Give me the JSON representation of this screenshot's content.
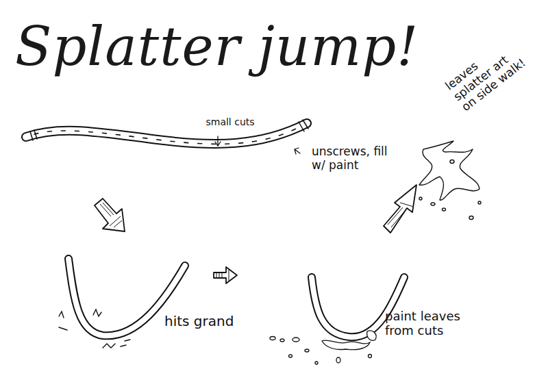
{
  "diagram": {
    "title": "Splatter jump!",
    "labels": [
      "small cuts",
      "unscrews, fill w/ paint",
      "hits grand",
      "paint leaves from cuts",
      "leaves splatter art on side walk!"
    ]
  }
}
